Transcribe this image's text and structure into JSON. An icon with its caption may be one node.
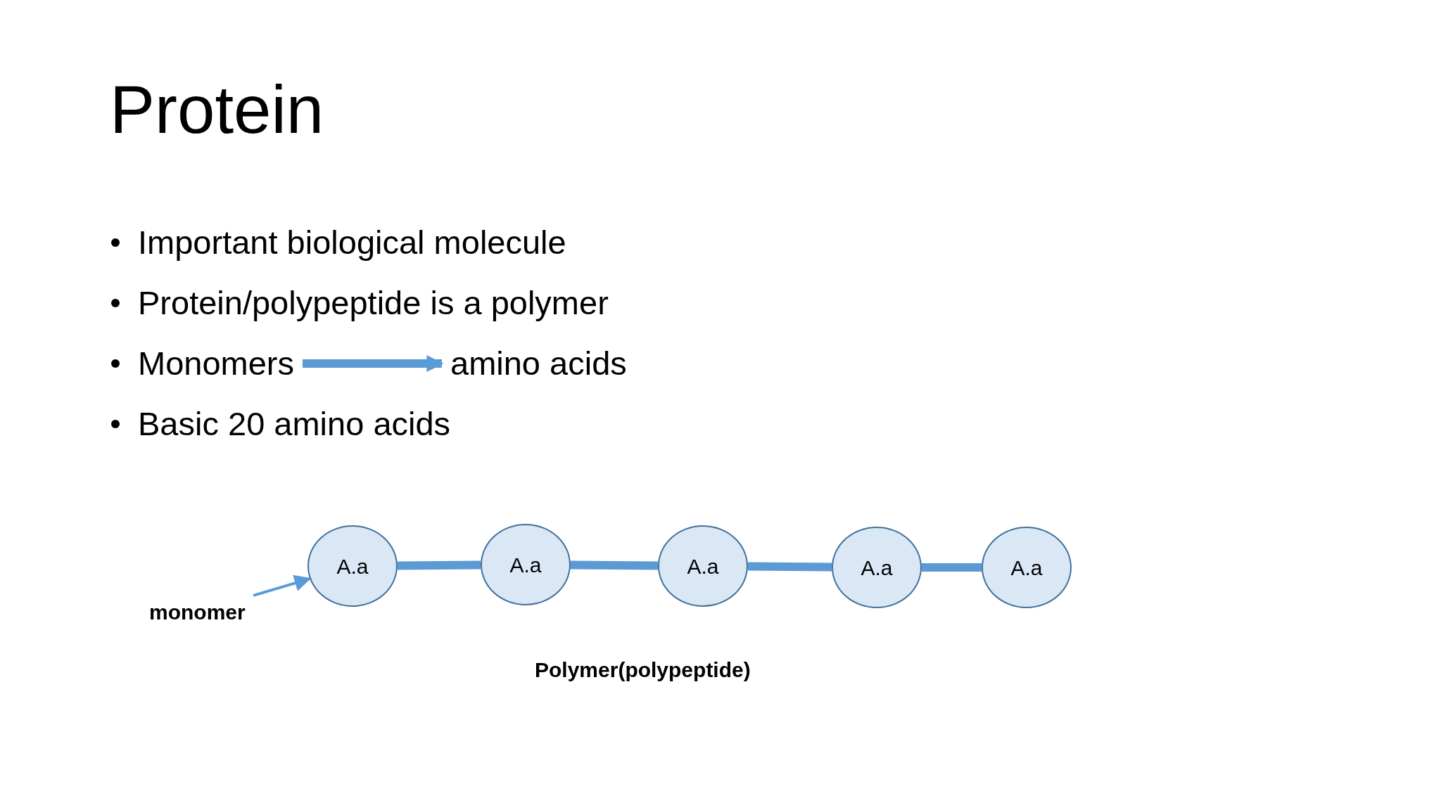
{
  "diagram": {
    "title": "Protein",
    "nodes": [
      {
        "text": [
          "Monomers"
        ]
      },
      {
        "text": [
          "amino acids"
        ]
      },
      {
        "text": [
          "monomer"
        ]
      },
      {
        "text": [
          "A.a"
        ]
      },
      {
        "text": [
          "A.a"
        ]
      },
      {
        "text": [
          "A.a"
        ]
      },
      {
        "text": [
          "A.a"
        ]
      },
      {
        "text": [
          "A.a"
        ]
      }
    ],
    "edges": [
      {
        "from": 0,
        "to": 1,
        "arrow": "to"
      },
      {
        "from": 2,
        "to": 3,
        "arrow": "to"
      },
      {
        "from": 3,
        "to": 4,
        "arrow": "none"
      },
      {
        "from": 4,
        "to": 5,
        "arrow": "none"
      },
      {
        "from": 5,
        "to": 6,
        "arrow": "none"
      },
      {
        "from": 6,
        "to": 7,
        "arrow": "none"
      }
    ],
    "labels": [
      "Important biological molecule",
      "Protein/polypeptide is a polymer",
      "Basic 20 amino acids",
      "Polymer(polypeptide)"
    ]
  }
}
